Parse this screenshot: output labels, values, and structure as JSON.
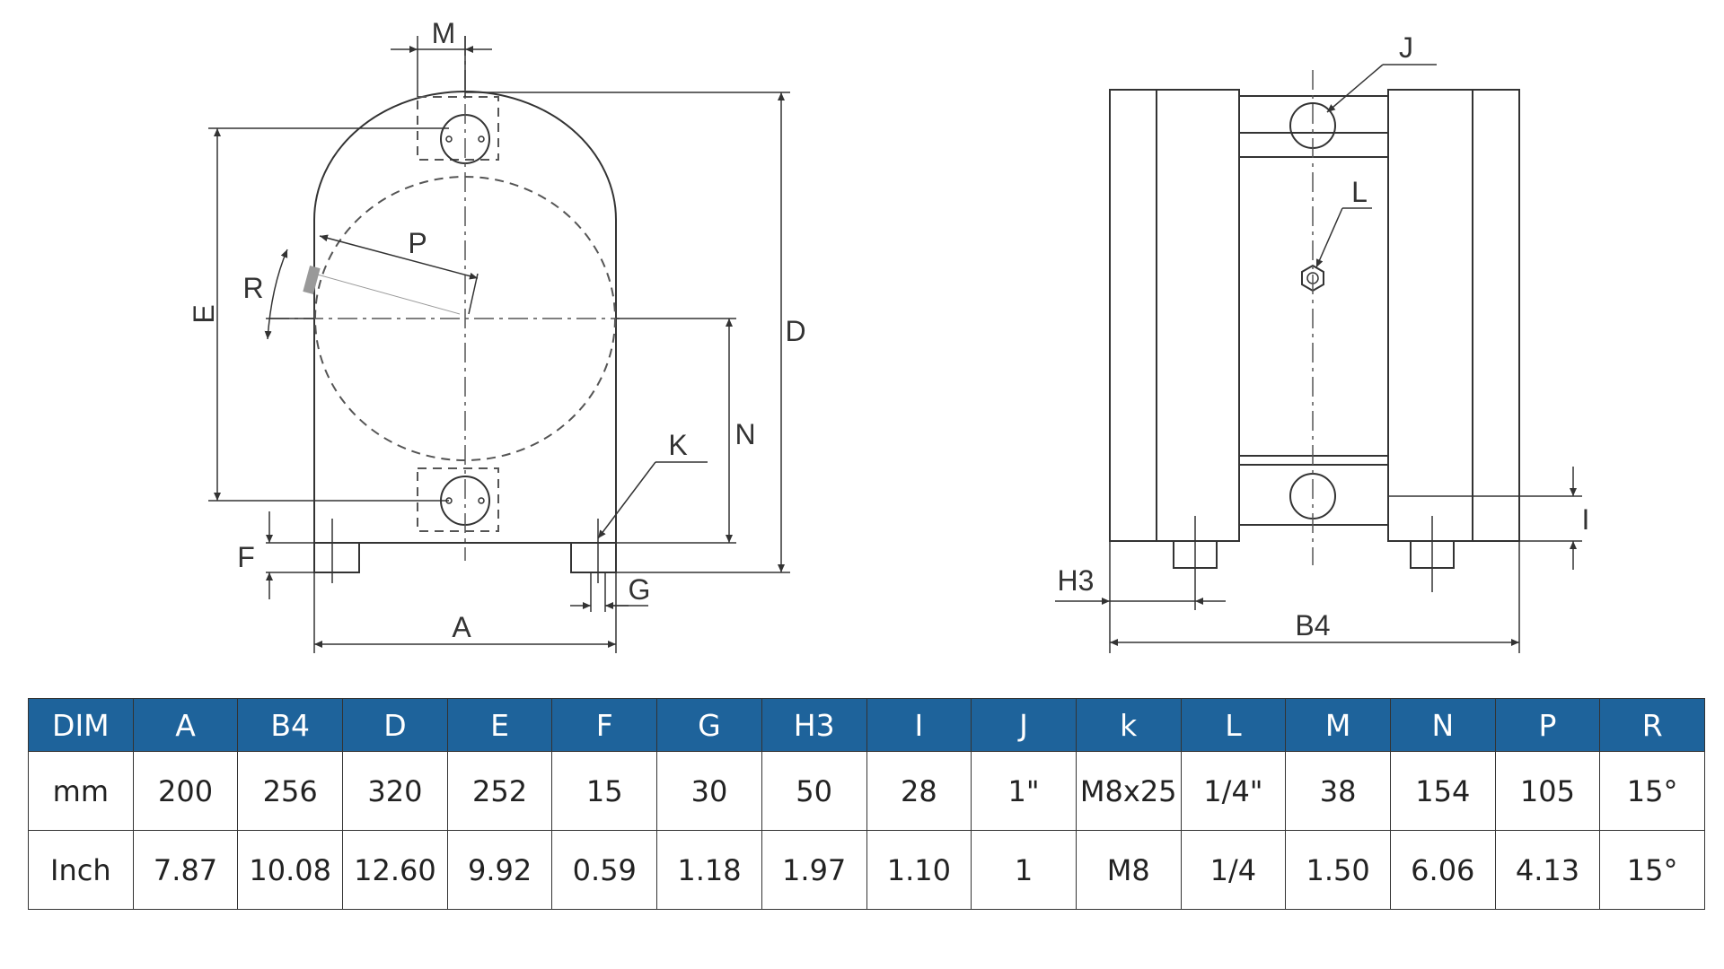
{
  "drawing": {
    "front_view_labels": [
      "M",
      "E",
      "R",
      "P",
      "D",
      "N",
      "K",
      "F",
      "G",
      "A"
    ],
    "side_view_labels": [
      "J",
      "L",
      "I",
      "H3",
      "B4"
    ]
  },
  "table": {
    "columns": [
      "DIM",
      "A",
      "B4",
      "D",
      "E",
      "F",
      "G",
      "H3",
      "I",
      "J",
      "k",
      "L",
      "M",
      "N",
      "P",
      "R"
    ],
    "rows": [
      [
        "mm",
        "200",
        "256",
        "320",
        "252",
        "15",
        "30",
        "50",
        "28",
        "1\"",
        "M8x25",
        "1/4\"",
        "38",
        "154",
        "105",
        "15°"
      ],
      [
        "Inch",
        "7.87",
        "10.08",
        "12.60",
        "9.92",
        "0.59",
        "1.18",
        "1.97",
        "1.10",
        "1",
        "M8",
        "1/4",
        "1.50",
        "6.06",
        "4.13",
        "15°"
      ]
    ]
  }
}
